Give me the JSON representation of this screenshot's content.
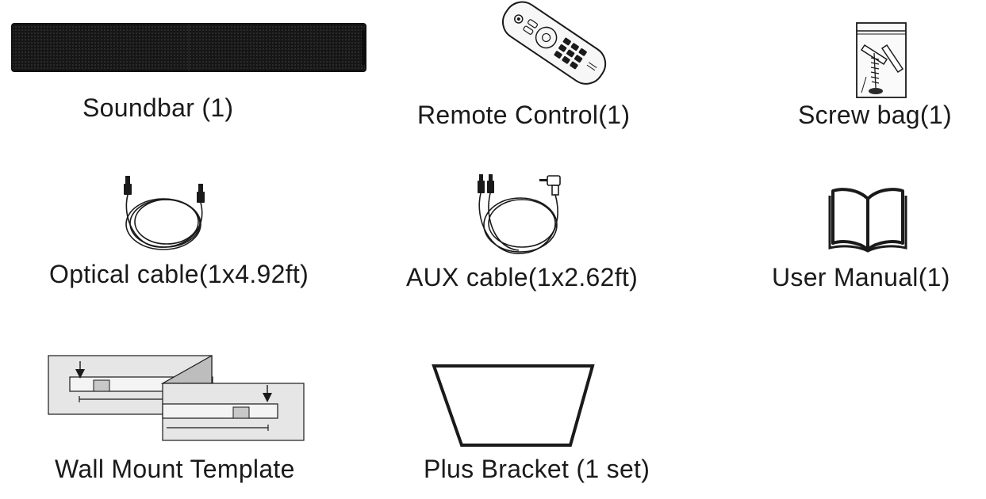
{
  "items": [
    {
      "label": "Soundbar  (1)",
      "icon": "soundbar-icon"
    },
    {
      "label": "Remote Control(1)",
      "icon": "remote-control-icon"
    },
    {
      "label": "Screw bag(1)",
      "icon": "screw-bag-icon"
    },
    {
      "label": "Optical cable(1x4.92ft)",
      "icon": "optical-cable-icon"
    },
    {
      "label": "AUX cable(1x2.62ft)",
      "icon": "aux-cable-icon"
    },
    {
      "label": "User Manual(1)",
      "icon": "user-manual-icon"
    },
    {
      "label": "Wall Mount Template",
      "icon": "wall-mount-template-icon"
    },
    {
      "label": "Plus Bracket (1 set)",
      "icon": "plus-bracket-icon"
    }
  ],
  "colors": {
    "stroke": "#1a1a1a",
    "soundbar": "#1c1c1c",
    "template_fill": "#e6e6e6"
  }
}
